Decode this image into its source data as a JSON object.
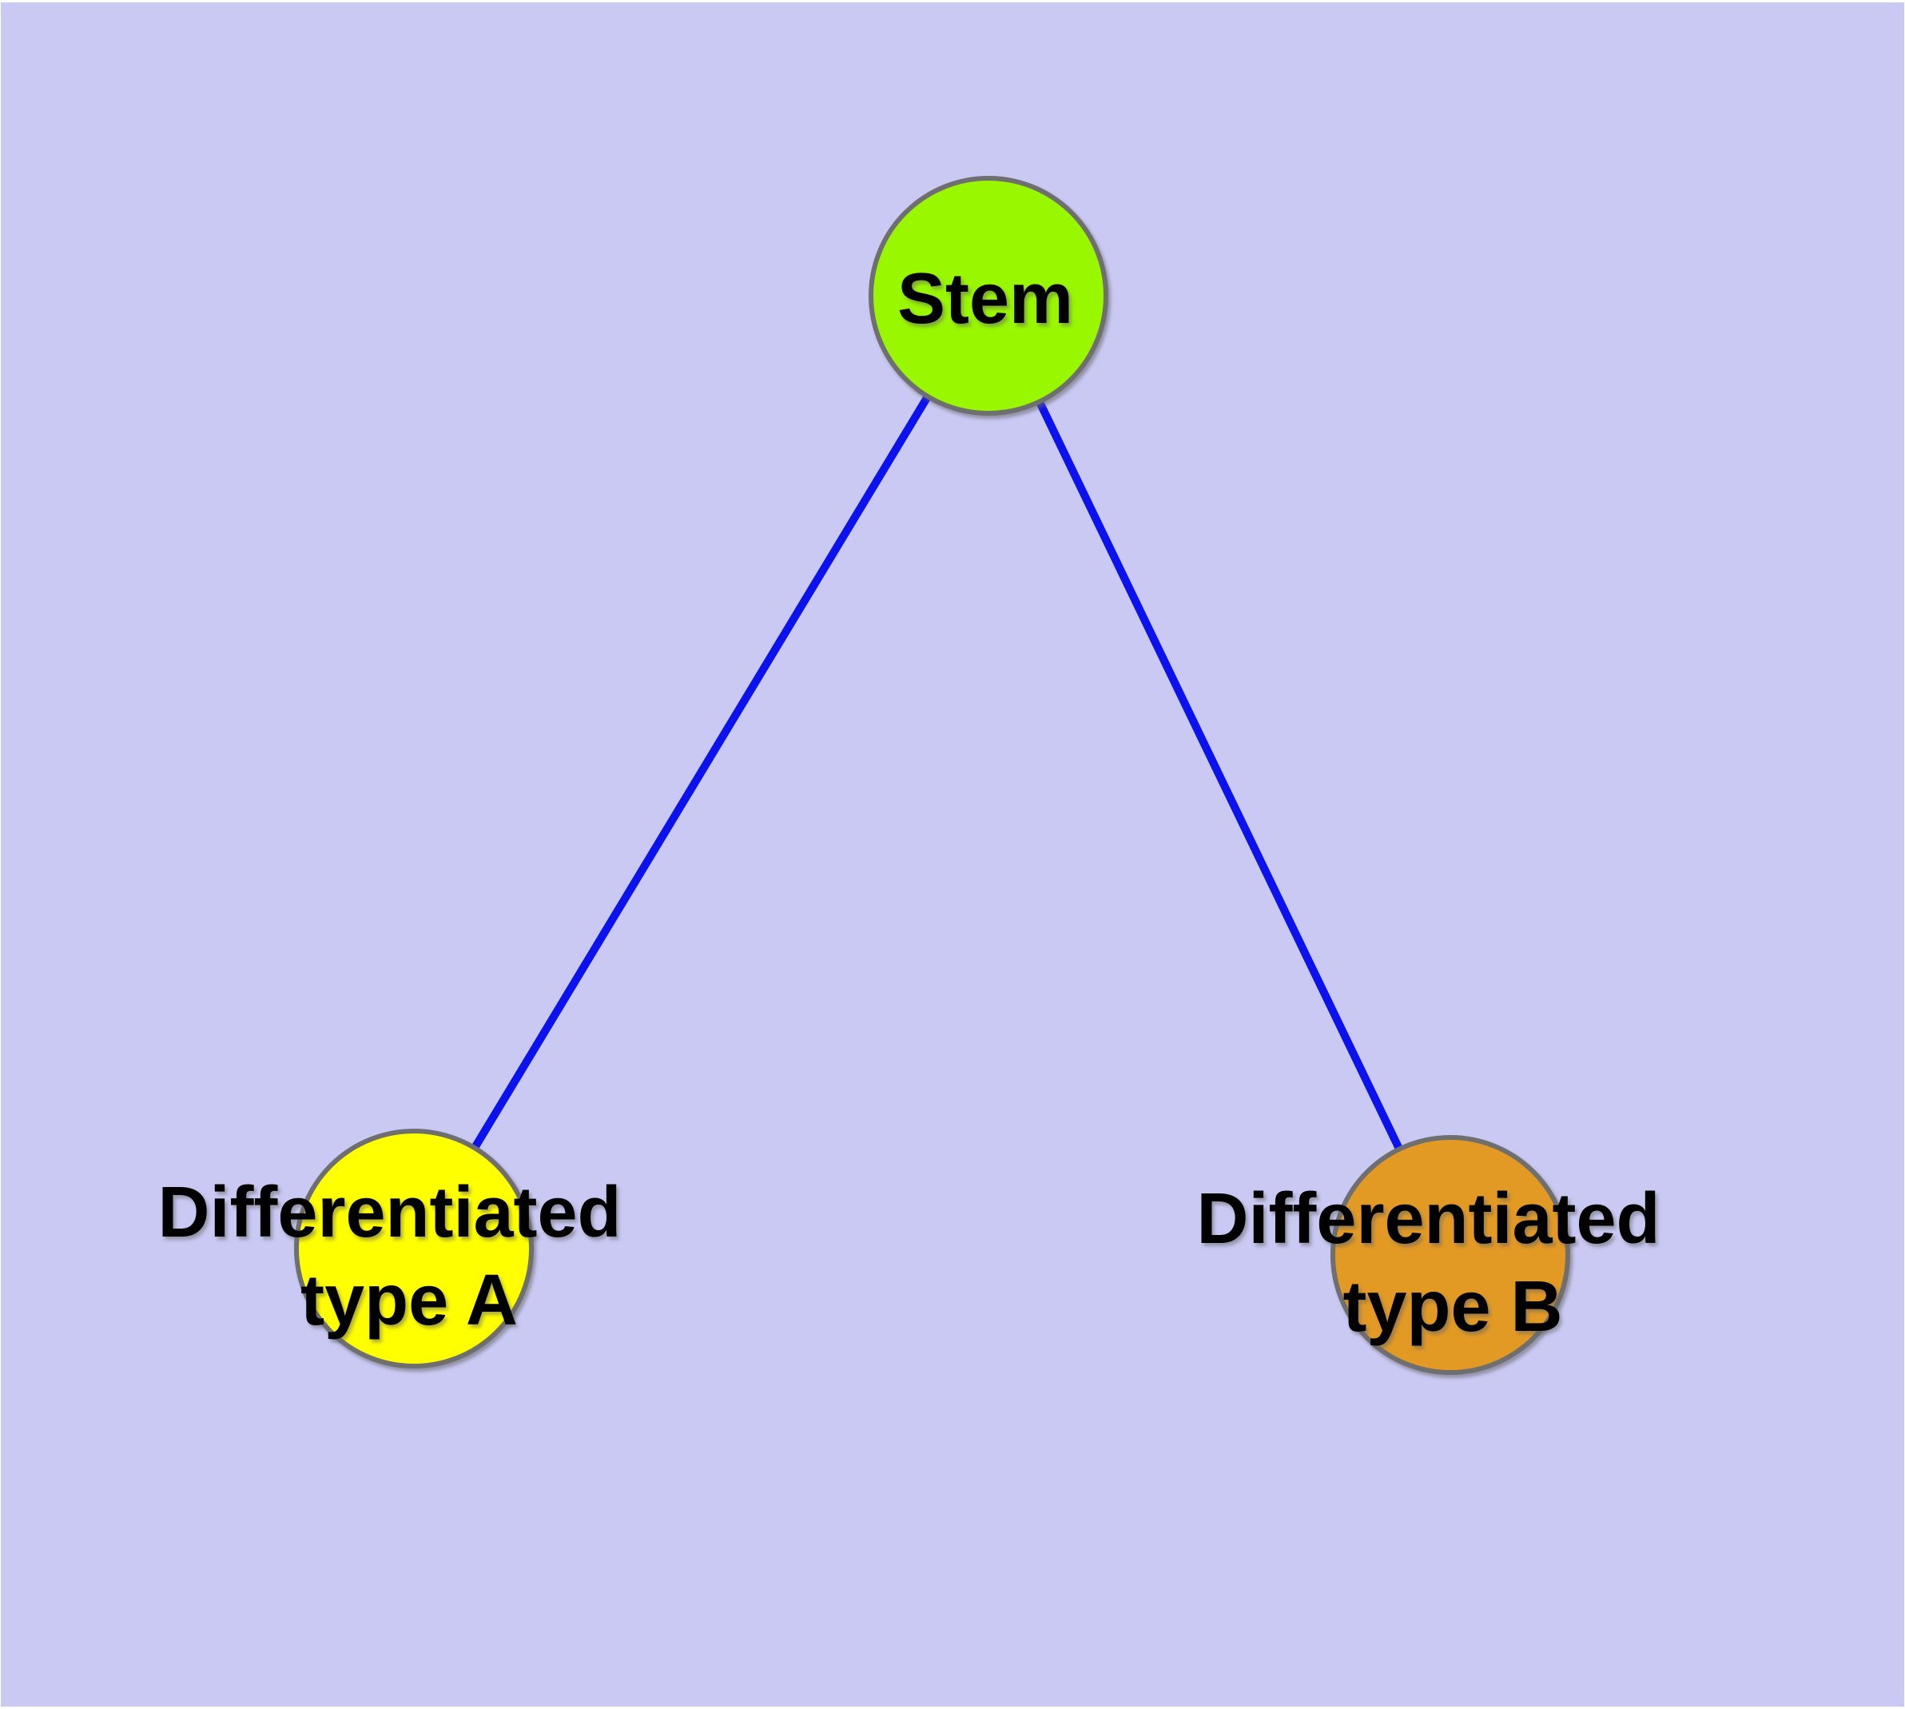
{
  "canvas": {
    "margin_color": "#FFFFFF",
    "background_color": "#C9C9F4"
  },
  "graph": {
    "edge_color": "#0C12EE",
    "edge_width": 10,
    "node_border_color": "#6F6F6F",
    "label_color": "#000000",
    "nodes": [
      {
        "id": "stem",
        "label_lines": [
          "Stem"
        ],
        "fill_color": "#99F700"
      },
      {
        "id": "differentiated-type-a",
        "label_lines": [
          "Differentiated",
          "type A"
        ],
        "fill_color": "#FFFF00"
      },
      {
        "id": "differentiated-type-b",
        "label_lines": [
          "Differentiated",
          "type B"
        ],
        "fill_color": "#E39A25"
      }
    ],
    "edges": [
      {
        "from": "stem",
        "to": "differentiated-type-a"
      },
      {
        "from": "stem",
        "to": "differentiated-type-b"
      }
    ]
  }
}
